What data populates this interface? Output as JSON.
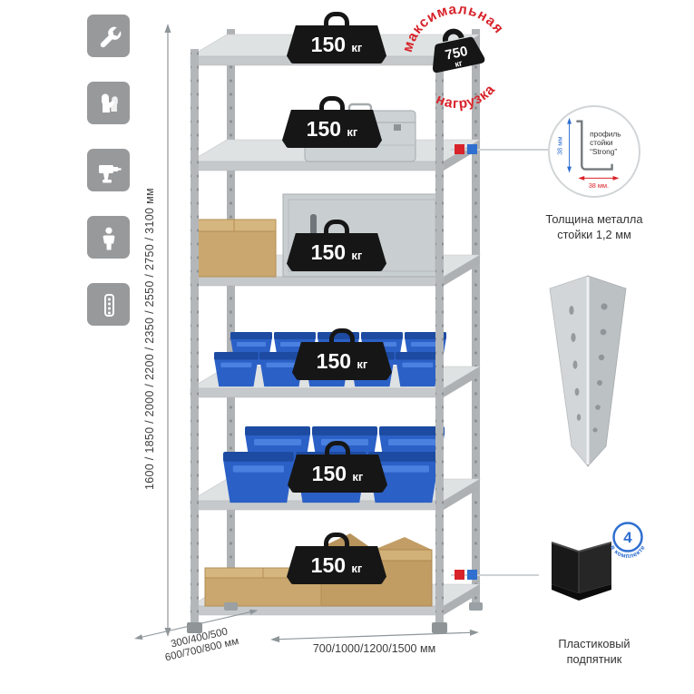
{
  "page": {
    "background": "#ffffff"
  },
  "colors": {
    "accent_red": "#d8232a",
    "accent_blue": "#2f6fd0",
    "badge_black": "#161616",
    "metal_light": "#dfe2e3",
    "metal_mid": "#c6c9cb"
  },
  "sidebar": {
    "icons": [
      {
        "name": "wrench-icon"
      },
      {
        "name": "gloves-icon"
      },
      {
        "name": "drill-icon"
      },
      {
        "name": "person-icon"
      },
      {
        "name": "rack-post-icon"
      }
    ]
  },
  "dims": {
    "height": "1600 / 1850 / 2000 / 2200 / 2350 / 2550 / 2750 / 3100 мм",
    "depth_line1": "300/400/500",
    "depth_line2": "600/700/800 мм",
    "width": "700/1000/1200/1500 мм"
  },
  "shelves": {
    "badges": [
      {
        "value": "150",
        "unit": "кг"
      },
      {
        "value": "150",
        "unit": "кг"
      },
      {
        "value": "150",
        "unit": "кг"
      },
      {
        "value": "150",
        "unit": "кг"
      },
      {
        "value": "150",
        "unit": "кг"
      },
      {
        "value": "150",
        "unit": "кг"
      }
    ]
  },
  "stamp": {
    "arc_top": "максимальная",
    "arc_bottom": "нагрузка",
    "value": "750",
    "unit": "кг"
  },
  "profile": {
    "label_line1": "профиль",
    "label_line2": "стойки",
    "label_line3": "“Strong”",
    "dim_vertical": "38 мм",
    "dim_horizontal": "38 мм.",
    "caption_line1": "Толщина металла",
    "caption_line2": "стойки 1,2 мм"
  },
  "foot": {
    "badge_value": "4",
    "badge_ring_text": "в комплекте",
    "caption_line1": "Пластиковый",
    "caption_line2": "подпятник"
  }
}
